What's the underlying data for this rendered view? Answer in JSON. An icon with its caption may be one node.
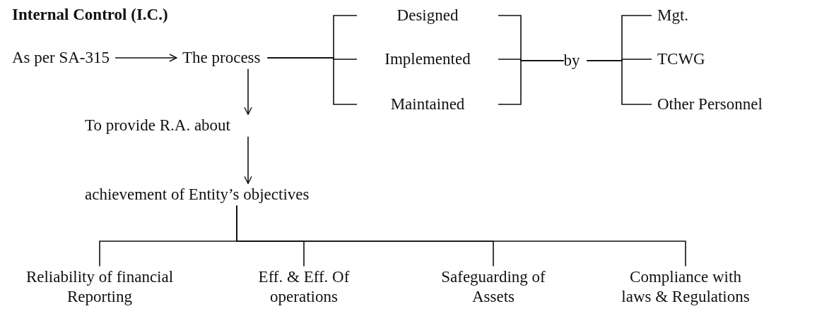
{
  "diagram": {
    "title": "Internal Control (I.C.)",
    "nodes": [
      {
        "text": [
          "As per SA-315"
        ]
      },
      {
        "text": [
          "The process"
        ]
      },
      {
        "text": [
          "Designed"
        ]
      },
      {
        "text": [
          "Implemented"
        ]
      },
      {
        "text": [
          "Maintained"
        ]
      },
      {
        "text": [
          "by"
        ]
      },
      {
        "text": [
          "Mgt."
        ]
      },
      {
        "text": [
          "TCWG"
        ]
      },
      {
        "text": [
          "Other Personnel"
        ]
      },
      {
        "text": [
          "To provide R.A. about"
        ]
      },
      {
        "text": [
          "achievement of Entity’s objectives"
        ]
      },
      {
        "text": [
          "Reliability of financial Reporting"
        ]
      },
      {
        "text": [
          "Eff. & Eff. Of operations"
        ]
      },
      {
        "text": [
          "Safeguarding of Assets"
        ]
      },
      {
        "text": [
          "Compliance with laws & Regulations"
        ]
      }
    ],
    "edges": [
      {
        "from": 0,
        "to": 1,
        "arrow": "to"
      },
      {
        "from": 1,
        "to": 2,
        "arrow": "none"
      },
      {
        "from": 1,
        "to": 3,
        "arrow": "none"
      },
      {
        "from": 1,
        "to": 4,
        "arrow": "none"
      },
      {
        "from": 2,
        "to": 5,
        "arrow": "none"
      },
      {
        "from": 3,
        "to": 5,
        "arrow": "none"
      },
      {
        "from": 4,
        "to": 5,
        "arrow": "none"
      },
      {
        "from": 5,
        "to": 6,
        "arrow": "none"
      },
      {
        "from": 5,
        "to": 7,
        "arrow": "none"
      },
      {
        "from": 5,
        "to": 8,
        "arrow": "none"
      },
      {
        "from": 1,
        "to": 9,
        "arrow": "to"
      },
      {
        "from": 9,
        "to": 10,
        "arrow": "to"
      },
      {
        "from": 10,
        "to": 11,
        "arrow": "none"
      },
      {
        "from": 10,
        "to": 12,
        "arrow": "none"
      },
      {
        "from": 10,
        "to": 13,
        "arrow": "none"
      },
      {
        "from": 10,
        "to": 14,
        "arrow": "none"
      }
    ]
  }
}
